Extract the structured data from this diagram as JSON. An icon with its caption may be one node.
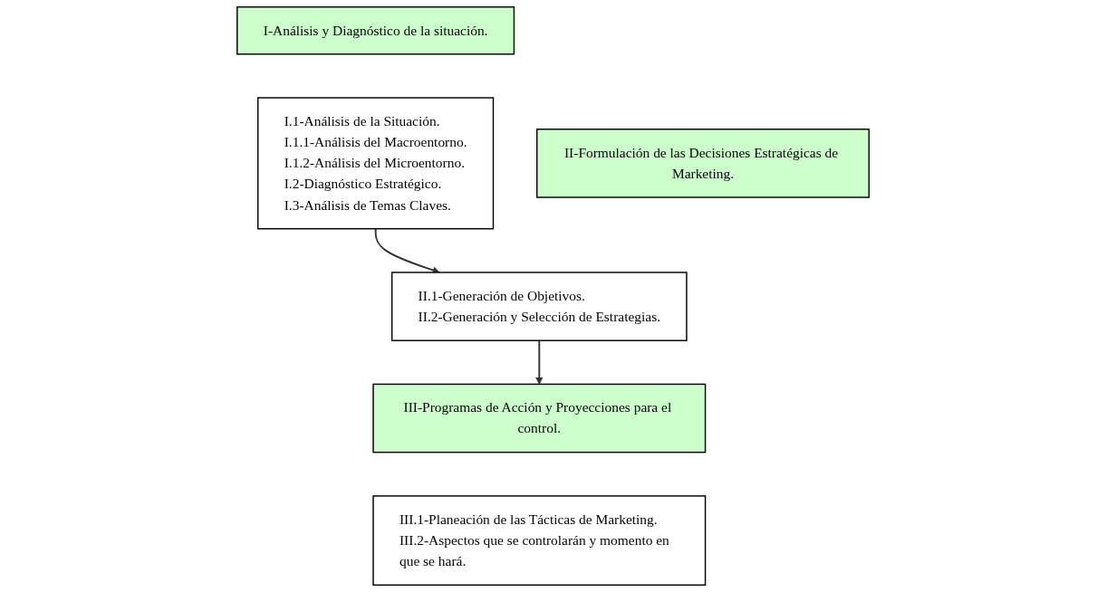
{
  "diagram": {
    "nodes": [
      {
        "text": [
          "I-Análisis y Diagnóstico de la situación."
        ]
      },
      {
        "text": [
          "I.1-Análisis de la Situación.",
          "I.1.1-Análisis del Macroentorno.",
          "I.1.2-Análisis del Microentorno.",
          "I.2-Diagnóstico Estratégico.",
          "I.3-Análisis de Temas Claves."
        ]
      },
      {
        "text": [
          "II-Formulación de las Decisiones Estratégicas de Marketing."
        ]
      },
      {
        "text": [
          "II.1-Generación de Objetivos.",
          "II.2-Generación y Selección de Estrategias."
        ]
      },
      {
        "text": [
          "III-Programas de Acción y Proyecciones para el control."
        ]
      },
      {
        "text": [
          "III.1-Planeación de las Tácticas de Marketing.",
          "III.2-Aspectos que se controlarán y momento en que se hará."
        ]
      }
    ],
    "edges": [
      {
        "from": 1,
        "to": 3,
        "arrow": "to"
      },
      {
        "from": 3,
        "to": 4,
        "arrow": "to"
      }
    ]
  }
}
